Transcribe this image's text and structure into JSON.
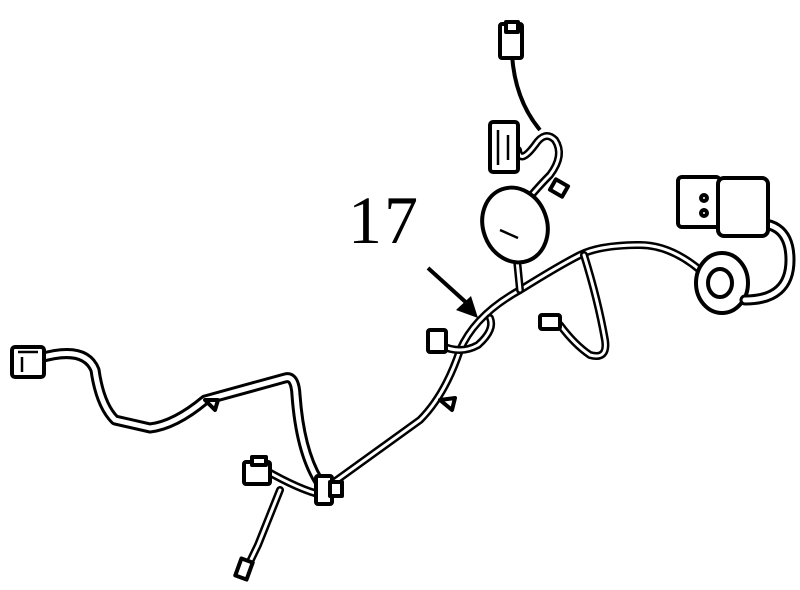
{
  "diagram": {
    "type": "wiring-harness-line-art",
    "callouts": [
      {
        "label": "17",
        "target": "harness-clip-mid",
        "arrow": true
      }
    ],
    "colors": {
      "line": "#000000",
      "background": "#ffffff"
    }
  }
}
